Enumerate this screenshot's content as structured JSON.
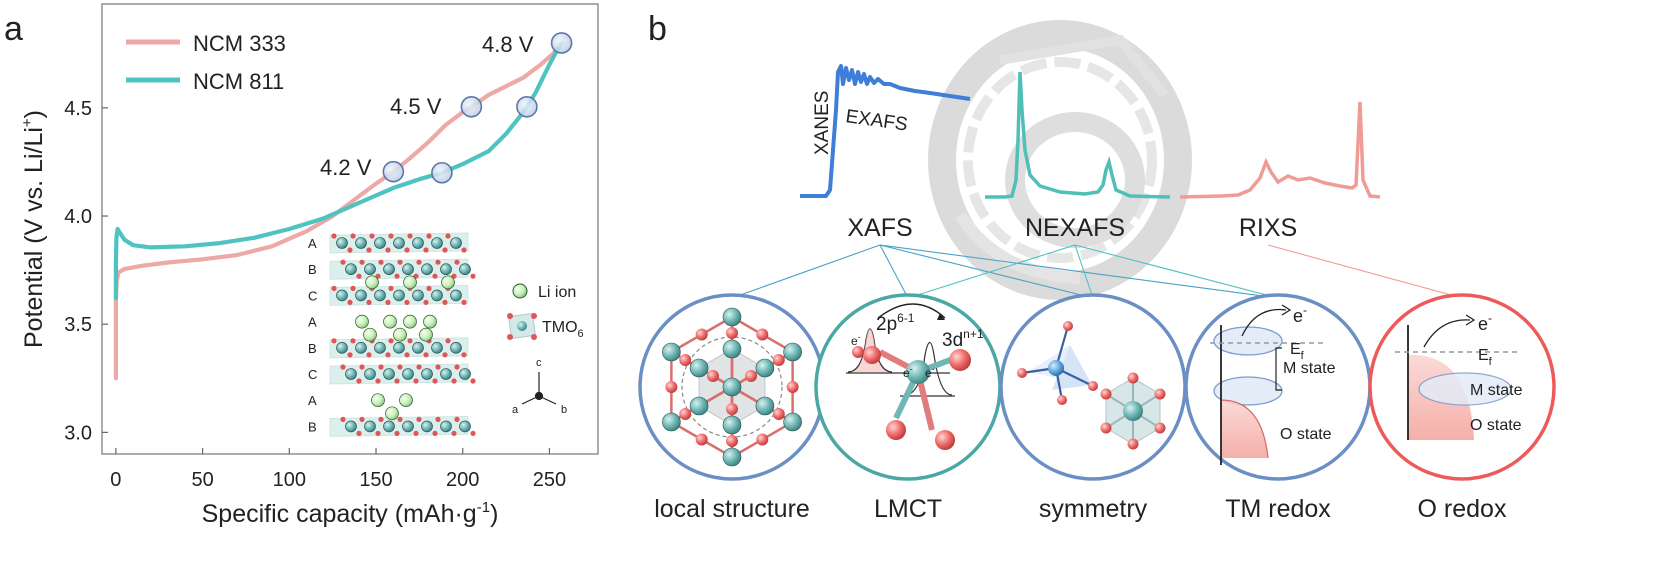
{
  "panel_a": {
    "label": "a",
    "chart_data": {
      "type": "line",
      "xlabel": "Specific capacity (mAh·g",
      "xlabel_sup": "-1",
      "xlabel_end": ")",
      "ylabel": "Potential (V vs. Li/Li",
      "ylabel_sup": "+",
      "ylabel_end": ")",
      "xlim": [
        -8,
        278
      ],
      "ylim": [
        2.9,
        4.98
      ],
      "xticks": [
        0,
        50,
        100,
        150,
        200,
        250
      ],
      "yticks": [
        3.0,
        3.5,
        4.0,
        4.5
      ],
      "ytick_labels": [
        "3.0",
        "3.5",
        "4.0",
        "4.5"
      ],
      "grid": false,
      "legend": "top-left",
      "series": [
        {
          "name": "NCM 333",
          "color": "#eda9a6",
          "points": [
            [
              0,
              3.25
            ],
            [
              0,
              3.45
            ],
            [
              0,
              3.62
            ],
            [
              0.5,
              3.7
            ],
            [
              1.5,
              3.74
            ],
            [
              5,
              3.755
            ],
            [
              15,
              3.77
            ],
            [
              30,
              3.785
            ],
            [
              50,
              3.8
            ],
            [
              70,
              3.82
            ],
            [
              90,
              3.86
            ],
            [
              110,
              3.93
            ],
            [
              125,
              4.0
            ],
            [
              140,
              4.09
            ],
            [
              150,
              4.15
            ],
            [
              160,
              4.205
            ],
            [
              170,
              4.27
            ],
            [
              180,
              4.34
            ],
            [
              190,
              4.42
            ],
            [
              200,
              4.48
            ],
            [
              205,
              4.505
            ],
            [
              215,
              4.56
            ],
            [
              225,
              4.6
            ],
            [
              235,
              4.64
            ],
            [
              245,
              4.7
            ],
            [
              252,
              4.75
            ],
            [
              257,
              4.8
            ]
          ]
        },
        {
          "name": "NCM 811",
          "color": "#4ec3c1",
          "points": [
            [
              0,
              3.62
            ],
            [
              0,
              3.78
            ],
            [
              0.3,
              3.9
            ],
            [
              1,
              3.94
            ],
            [
              2.5,
              3.92
            ],
            [
              5,
              3.89
            ],
            [
              10,
              3.865
            ],
            [
              20,
              3.855
            ],
            [
              40,
              3.86
            ],
            [
              60,
              3.875
            ],
            [
              80,
              3.9
            ],
            [
              100,
              3.94
            ],
            [
              120,
              3.99
            ],
            [
              140,
              4.06
            ],
            [
              160,
              4.13
            ],
            [
              175,
              4.17
            ],
            [
              188,
              4.2
            ],
            [
              200,
              4.24
            ],
            [
              215,
              4.3
            ],
            [
              225,
              4.38
            ],
            [
              232,
              4.45
            ],
            [
              237,
              4.505
            ],
            [
              242,
              4.57
            ],
            [
              250,
              4.7
            ],
            [
              254,
              4.76
            ],
            [
              257,
              4.8
            ]
          ]
        }
      ],
      "markers": [
        {
          "x": 160,
          "y": 4.205
        },
        {
          "x": 188,
          "y": 4.2
        },
        {
          "x": 205,
          "y": 4.505
        },
        {
          "x": 237,
          "y": 4.505
        },
        {
          "x": 257,
          "y": 4.8
        }
      ],
      "annotations": [
        "4.2 V",
        "4.5 V",
        "4.8 V"
      ]
    },
    "inset": {
      "layers": [
        "A",
        "B",
        "C",
        "A",
        "B",
        "C",
        "A",
        "B"
      ],
      "legend_li": "Li ion",
      "legend_tmo_prefix": "TMO",
      "legend_tmo_sub": "6",
      "axis_c": "c",
      "axis_a": "a",
      "axis_b": "b"
    }
  },
  "panel_b": {
    "label": "b",
    "spectra_labels": {
      "xanes": "XANES",
      "exafs": "EXAFS",
      "xafs": "XAFS",
      "nexafs": "NEXAFS",
      "rixs": "RIXS"
    },
    "circles": [
      {
        "caption": "local structure",
        "color": "#6b8fc4"
      },
      {
        "caption": "LMCT",
        "color": "#4aa8a4"
      },
      {
        "caption": "symmetry",
        "color": "#6b8fc4"
      },
      {
        "caption": "TM redox",
        "color": "#6b8fc4"
      },
      {
        "caption": "O redox",
        "color": "#ee5a5a"
      }
    ],
    "lmct": {
      "p": "2p",
      "p_sup": "6-1",
      "d": "3d",
      "d_sup": "n+1",
      "e": "e",
      "e_sup": "-"
    },
    "tm_redox": {
      "e": "e",
      "e_sup": "-",
      "ef": "E",
      "ef_sub": "f",
      "m": "M state",
      "o": "O state"
    },
    "o_redox": {
      "e": "e",
      "e_sup": "-",
      "ef": "E",
      "ef_sub": "f",
      "m": "M state",
      "o": "O state"
    }
  }
}
